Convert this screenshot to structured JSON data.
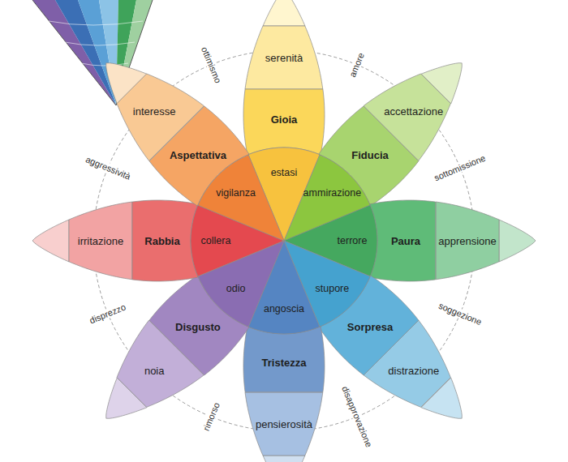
{
  "diagram": {
    "nodes": [
      {
        "text": [
          "serenità"
        ]
      },
      {
        "text": [
          "Gioia"
        ]
      },
      {
        "text": [
          "estasi"
        ]
      },
      {
        "text": [
          "accettazione"
        ]
      },
      {
        "text": [
          "Fiducia"
        ]
      },
      {
        "text": [
          "ammirazione"
        ]
      },
      {
        "text": [
          "apprensione"
        ]
      },
      {
        "text": [
          "Paura"
        ]
      },
      {
        "text": [
          "terrore"
        ]
      },
      {
        "text": [
          "distrazione"
        ]
      },
      {
        "text": [
          "Sorpresa"
        ]
      },
      {
        "text": [
          "stupore"
        ]
      },
      {
        "text": [
          "pensierosità"
        ]
      },
      {
        "text": [
          "Tristezza"
        ]
      },
      {
        "text": [
          "angoscia"
        ]
      },
      {
        "text": [
          "noia"
        ]
      },
      {
        "text": [
          "Disgusto"
        ]
      },
      {
        "text": [
          "odio"
        ]
      },
      {
        "text": [
          "irritazione"
        ]
      },
      {
        "text": [
          "Rabbia"
        ]
      },
      {
        "text": [
          "collera"
        ]
      },
      {
        "text": [
          "interesse"
        ]
      },
      {
        "text": [
          "Aspettativa"
        ]
      },
      {
        "text": [
          "vigilanza"
        ]
      }
    ],
    "labels": [
      "ottimismo",
      "amore",
      "sottomissione",
      "soggezione",
      "disapprovazione",
      "rimorso",
      "disprezzo",
      "aggressività"
    ]
  }
}
